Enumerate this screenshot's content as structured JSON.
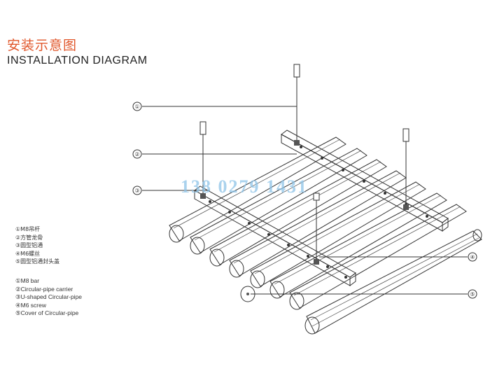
{
  "title": {
    "cn": "安装示意图",
    "en": "INSTALLATION DIAGRAM"
  },
  "callouts": [
    "①",
    "②",
    "③",
    "④",
    "⑤"
  ],
  "legend_cn": [
    "①M8吊杆",
    "②方管龙骨",
    "③圆型铝通",
    "④M6螺丝",
    "⑤圆型铝通封头盖"
  ],
  "legend_en": [
    "①M8  bar",
    "②Circular-pipe carrier",
    "③U-shaped  Circular-pipe",
    "④M6 screw",
    "⑤Cover of Circular-pipe"
  ],
  "watermark": "138 0279 1431"
}
